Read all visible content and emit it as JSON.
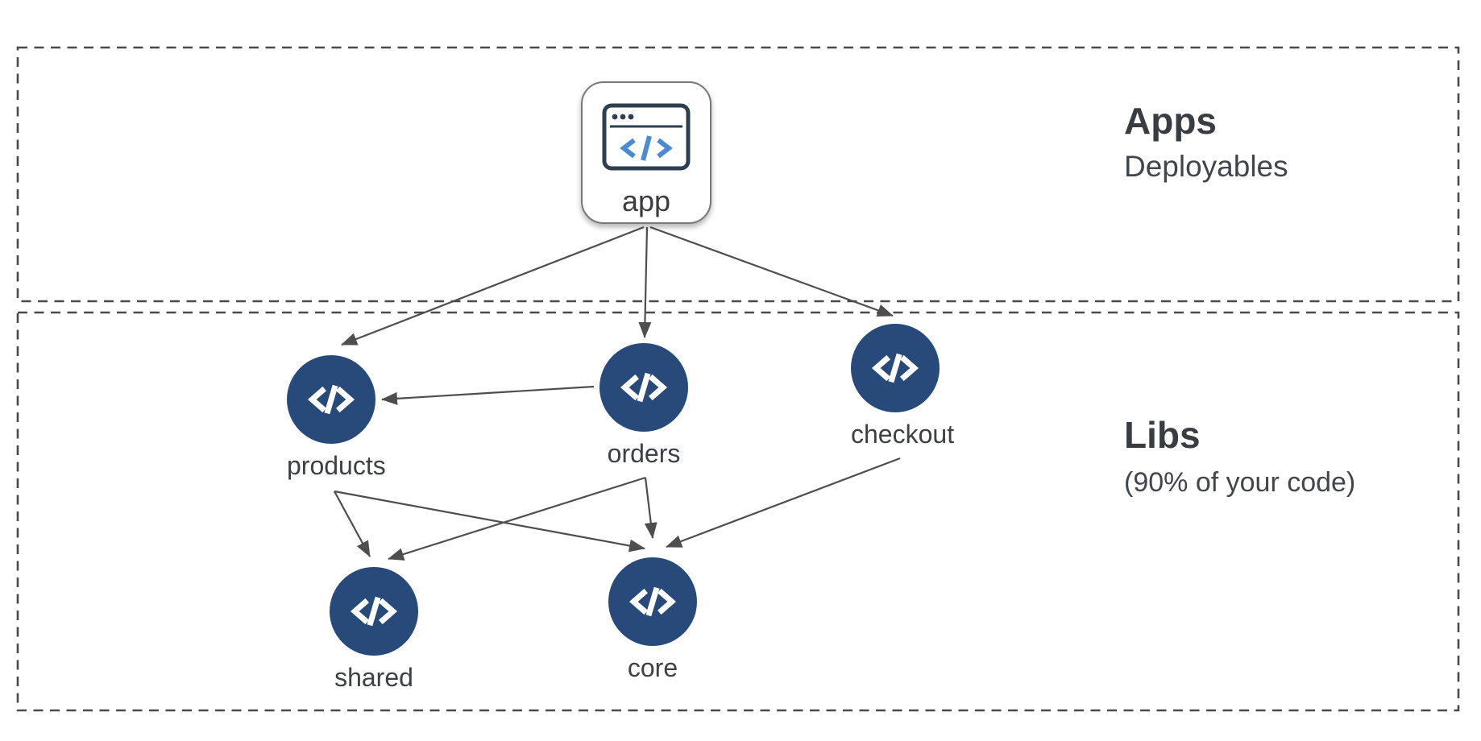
{
  "sections": {
    "apps": {
      "title": "Apps",
      "subtitle": "Deployables"
    },
    "libs": {
      "title": "Libs",
      "subtitle": "(90% of your code)"
    }
  },
  "nodes": {
    "app": {
      "label": "app"
    },
    "products": {
      "label": "products"
    },
    "orders": {
      "label": "orders"
    },
    "checkout": {
      "label": "checkout"
    },
    "shared": {
      "label": "shared"
    },
    "core": {
      "label": "core"
    }
  },
  "edges": [
    {
      "from": "app",
      "to": "products"
    },
    {
      "from": "app",
      "to": "orders"
    },
    {
      "from": "app",
      "to": "checkout"
    },
    {
      "from": "orders",
      "to": "products"
    },
    {
      "from": "products",
      "to": "shared"
    },
    {
      "from": "products",
      "to": "core"
    },
    {
      "from": "orders",
      "to": "shared"
    },
    {
      "from": "orders",
      "to": "core"
    },
    {
      "from": "checkout",
      "to": "core"
    }
  ],
  "icons": {
    "app_node": "browser-window-code-icon",
    "lib_node": "code-icon"
  },
  "colors": {
    "lib_node_fill": "#284a7a",
    "lib_icon_glyph": "#ffffff",
    "app_icon_stroke": "#2d3e50",
    "app_icon_code_blue": "#4a8bd4",
    "edge_gray": "#4e4e4e",
    "boundary_gray": "#4a4a4a",
    "text_dark": "#3d4045"
  }
}
